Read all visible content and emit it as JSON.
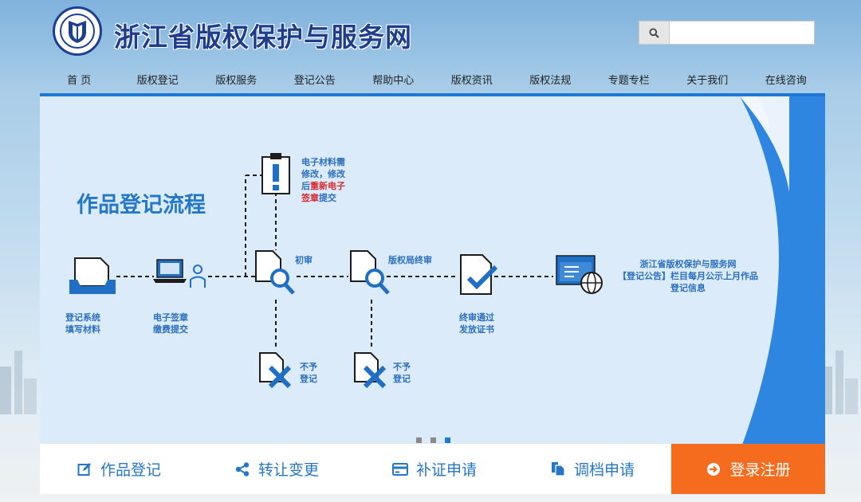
{
  "header": {
    "title": "浙江省版权保护与服务网",
    "logo_icon": "shield-logo-icon",
    "search": {
      "value": "",
      "placeholder": "",
      "icon": "search-icon"
    }
  },
  "nav": [
    {
      "label": "首 页"
    },
    {
      "label": "版权登记"
    },
    {
      "label": "版权服务"
    },
    {
      "label": "登记公告"
    },
    {
      "label": "帮助中心"
    },
    {
      "label": "版权资讯"
    },
    {
      "label": "版权法规"
    },
    {
      "label": "专题专栏"
    },
    {
      "label": "关于我们"
    },
    {
      "label": "在线咨询"
    }
  ],
  "banner": {
    "title": "作品登记流程",
    "step1": {
      "line1": "登记系统",
      "line2": "填写材料"
    },
    "step2": {
      "line1": "电子签章",
      "line2": "缴费提交"
    },
    "step3": {
      "label": "初审"
    },
    "step4": {
      "label": "版权局终审"
    },
    "step5": {
      "line1": "终审通过",
      "line2": "发放证书"
    },
    "step6": {
      "line1": "浙江省版权保护与服务网",
      "line2": "【登记公告】栏目每月公示上月作品",
      "line3": "登记信息"
    },
    "revise": {
      "line1": "电子材料需",
      "line2": "修改，修改",
      "line3_a": "后",
      "line3_b": "重新电子",
      "line4_a": "签章",
      "line4_b": "提交"
    },
    "reject1": {
      "line1": "不予",
      "line2": "登记"
    },
    "reject2": {
      "line1": "不予",
      "line2": "登记"
    },
    "slide_count": 3,
    "active_slide": 3
  },
  "bottom": [
    {
      "label": "作品登记",
      "icon": "edit-icon"
    },
    {
      "label": "转让变更",
      "icon": "share-icon"
    },
    {
      "label": "补证申请",
      "icon": "credit-card-icon"
    },
    {
      "label": "调档申请",
      "icon": "copy-files-icon"
    },
    {
      "label": "登录注册",
      "icon": "arrow-circle-icon"
    }
  ],
  "colors": {
    "brand": "#1f3d8c",
    "accent": "#2577c6",
    "register": "#f56c1f",
    "banner_blue": "#2f86e0",
    "red": "#d8292f"
  }
}
